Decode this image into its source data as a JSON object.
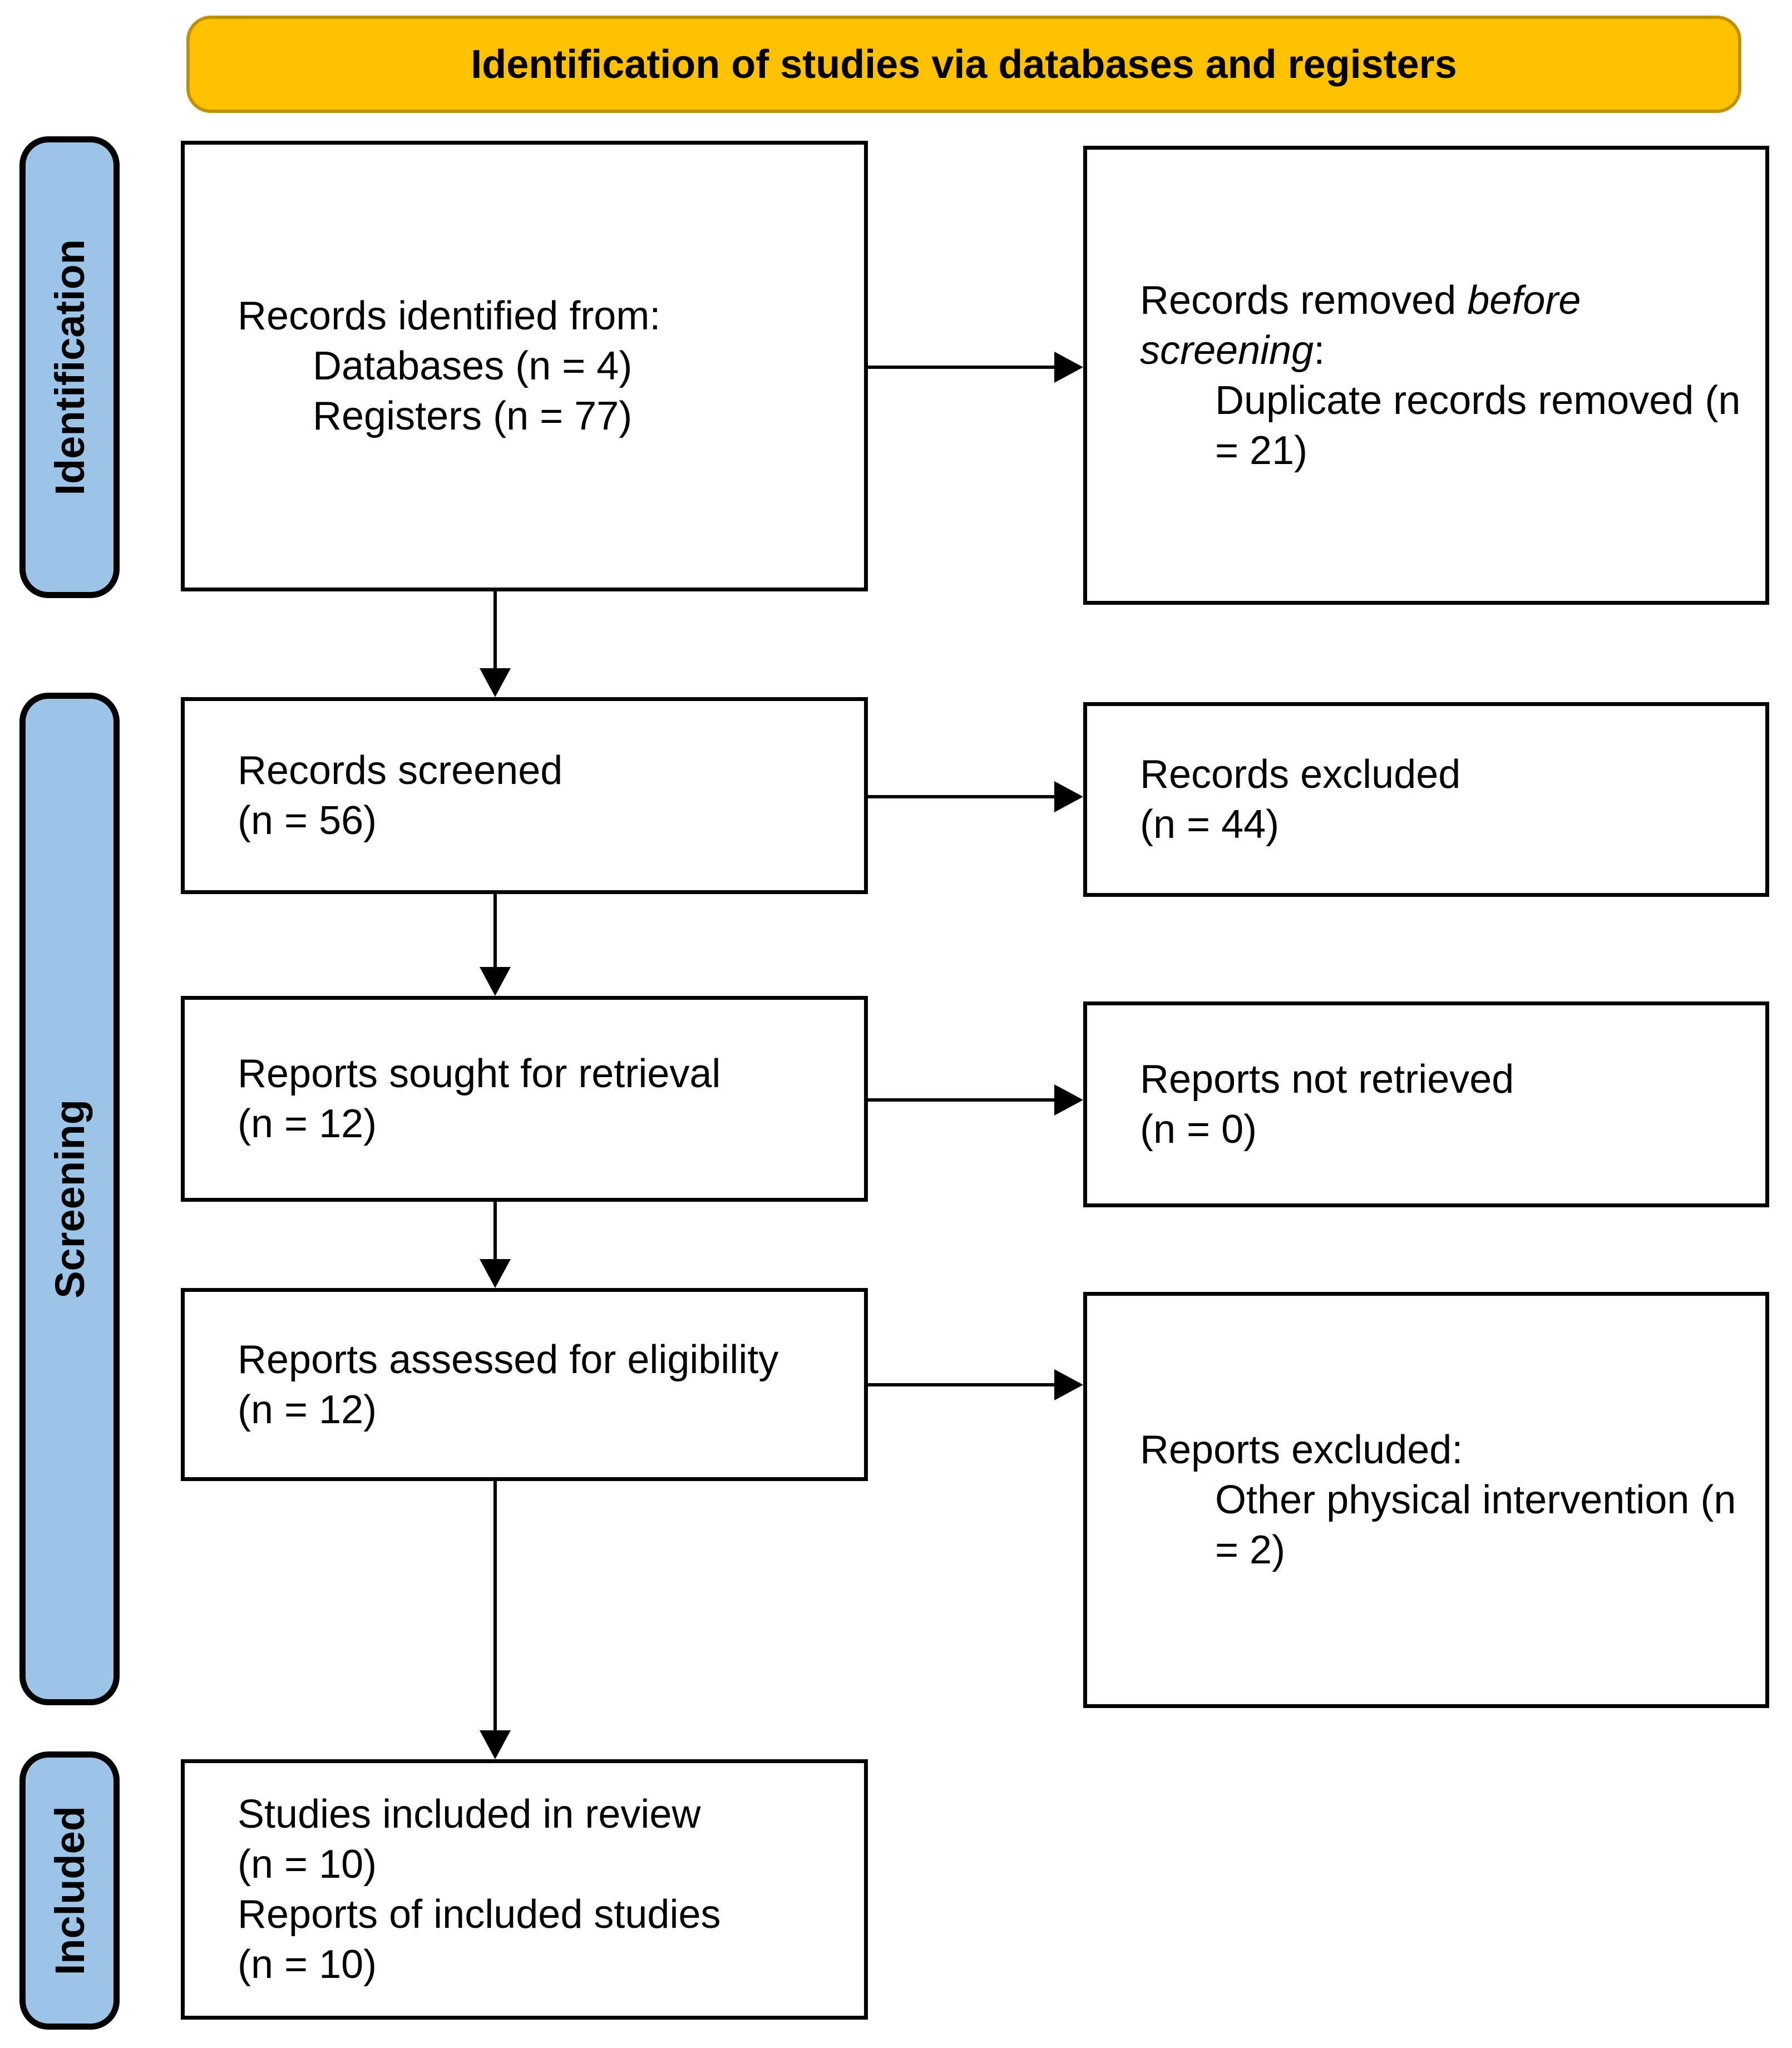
{
  "banner": {
    "title": "Identification of studies via databases and registers"
  },
  "stages": {
    "identification": "Identification",
    "screening": "Screening",
    "included": "Included"
  },
  "boxes": {
    "records_identified": {
      "title": "Records identified from:",
      "items": [
        "Databases (n = 4)",
        "Registers (n = 77)"
      ]
    },
    "records_removed": {
      "prefix": "Records removed ",
      "italic": "before screening",
      "suffix": ":",
      "items": [
        "Duplicate records removed (n = 21)"
      ]
    },
    "records_screened": {
      "lines": [
        "Records screened",
        "(n = 56)"
      ]
    },
    "records_excluded": {
      "lines": [
        "Records excluded",
        "(n = 44)"
      ]
    },
    "reports_sought": {
      "lines": [
        "Reports sought for retrieval",
        "(n = 12)"
      ]
    },
    "reports_not_retrieved": {
      "lines": [
        "Reports not retrieved",
        "(n = 0)"
      ]
    },
    "reports_assessed": {
      "lines": [
        "Reports assessed for eligibility",
        "(n = 12)"
      ]
    },
    "reports_excluded": {
      "title": "Reports excluded:",
      "items": [
        "Other physical intervention (n = 2)"
      ]
    },
    "studies_included": {
      "lines": [
        "Studies included in review",
        "(n = 10)",
        "Reports of included studies",
        "(n = 10)"
      ]
    }
  },
  "colors": {
    "banner_bg": "#FFC000",
    "banner_border": "#BF9000",
    "stage_bg": "#9DC3E6",
    "box_border": "#000000"
  }
}
